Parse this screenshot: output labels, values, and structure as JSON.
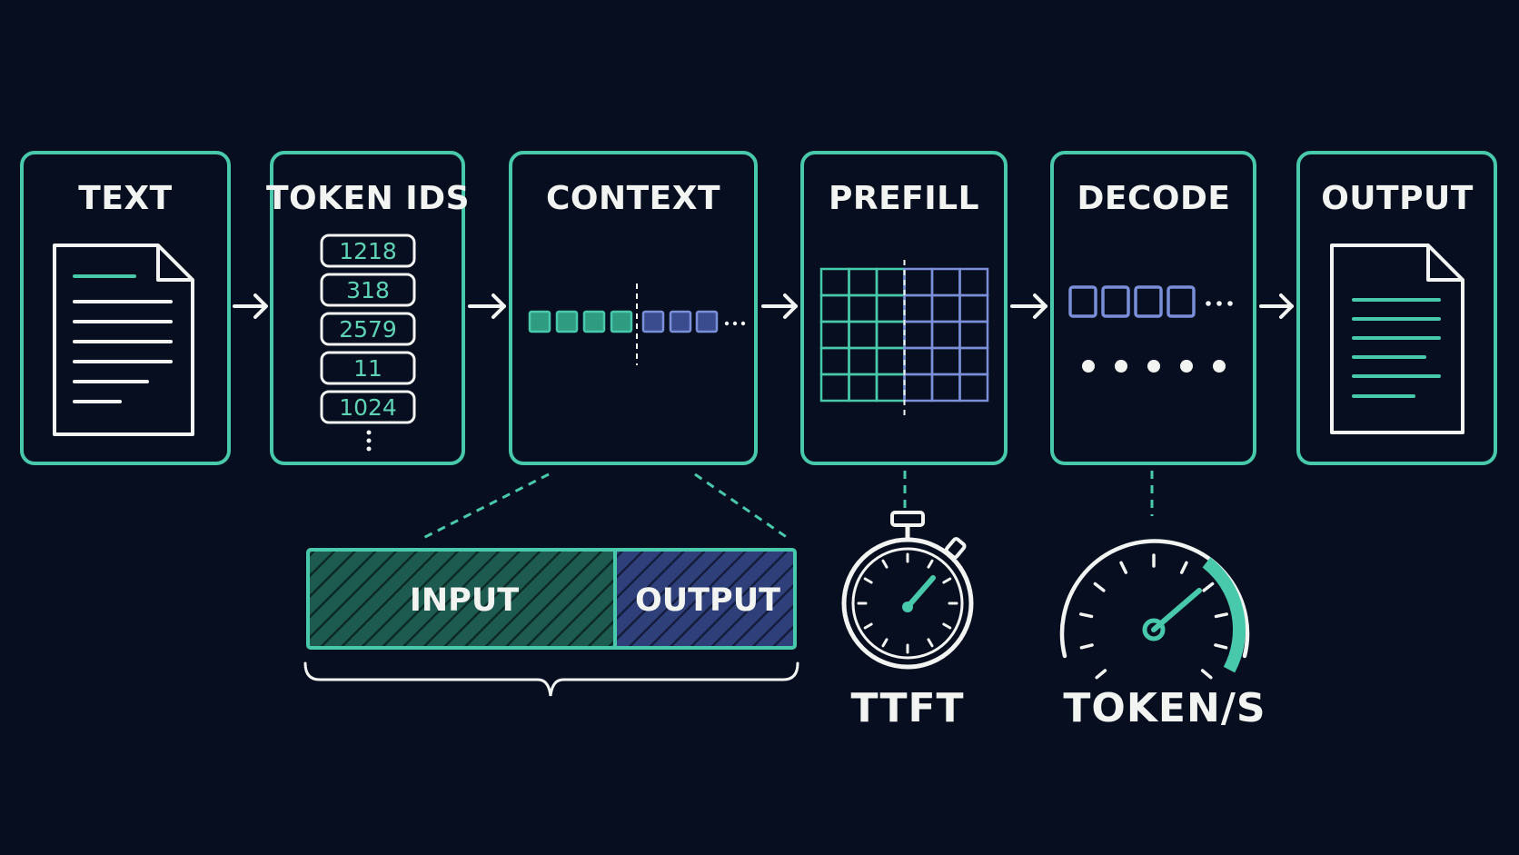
{
  "colors": {
    "background": "#070e1f",
    "accent": "#49c9ab",
    "accent_dim": "#2f9c82",
    "purple": "#7b8fd8",
    "white": "#f2f4f2"
  },
  "stages": [
    {
      "title": "TEXT",
      "icon": "document-icon"
    },
    {
      "title": "TOKEN IDS",
      "icon": "token-list-icon"
    },
    {
      "title": "CONTEXT",
      "icon": "token-sequence-icon"
    },
    {
      "title": "PREFILL",
      "icon": "attention-grid-icon"
    },
    {
      "title": "DECODE",
      "icon": "generation-icon"
    },
    {
      "title": "OUTPUT",
      "icon": "document-icon"
    }
  ],
  "token_ids": [
    "1218",
    "318",
    "2579",
    "11",
    "1024"
  ],
  "context_sequence": {
    "input_tokens": 4,
    "output_tokens": 3
  },
  "context_bar": {
    "input_label": "INPUT",
    "output_label": "OUTPUT"
  },
  "metrics": {
    "ttft": {
      "label": "TTFT",
      "icon": "stopwatch-icon"
    },
    "throughput": {
      "label": "TOKEN/S",
      "icon": "speedometer-icon"
    }
  }
}
